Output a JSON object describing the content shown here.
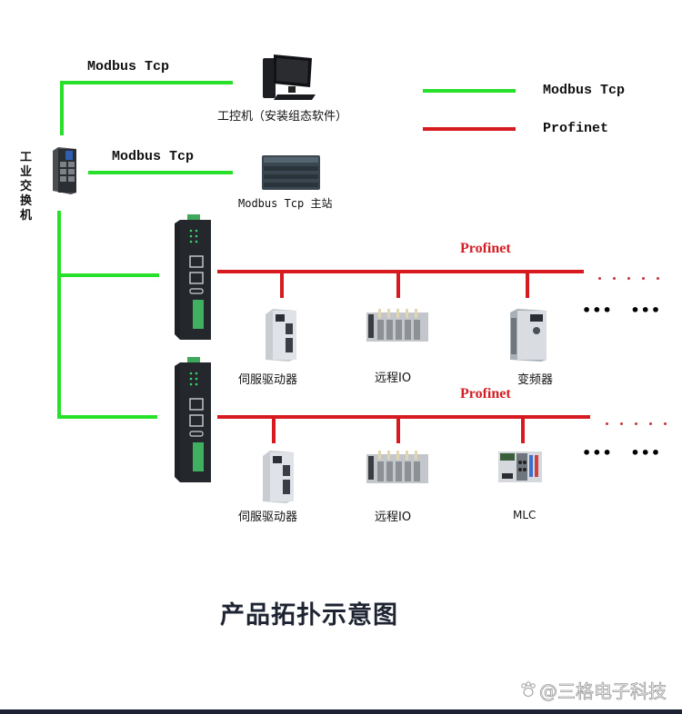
{
  "legend": {
    "items": [
      {
        "label": "Modbus Tcp",
        "color": "#27e02a"
      },
      {
        "label": "Profinet",
        "color": "#d71a1f"
      }
    ]
  },
  "switch": {
    "label_chars": [
      "工",
      "业",
      "交",
      "换",
      "机"
    ]
  },
  "links": {
    "modbus_top": "Modbus Tcp",
    "modbus_middle": "Modbus Tcp",
    "profinet_top": "Profinet",
    "profinet_bottom": "Profinet"
  },
  "devices": {
    "ipc": "工控机（安装组态软件）",
    "modbus_master": "Modbus Tcp 主站",
    "row1": [
      "伺服驱动器",
      "远程IO",
      "变频器"
    ],
    "row2": [
      "伺服驱动器",
      "远程IO",
      "MLC"
    ]
  },
  "continuation": {
    "ellipsis": "•••   •••"
  },
  "caption": "产品拓扑示意图",
  "watermark": "@三格电子科技"
}
